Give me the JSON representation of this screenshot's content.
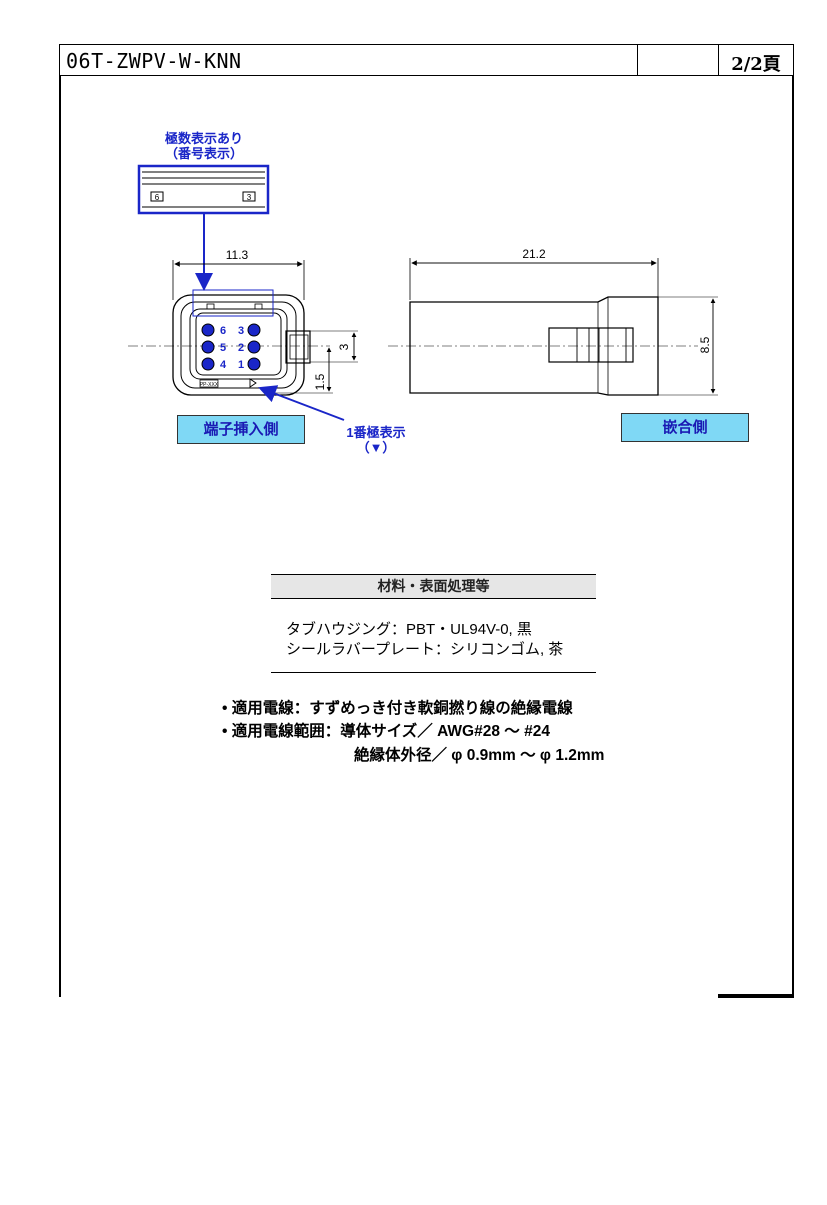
{
  "header": {
    "title": "06T-ZWPV-W-KNN",
    "page": "2/2頁"
  },
  "labels": {
    "pole_display_line1": "極数表示あり",
    "pole_display_line2": "（番号表示）",
    "pin1_display_line1": "1番極表示",
    "pin1_display_line2": "（▼）",
    "terminal_side": "端子挿入側",
    "mating_side": "嵌合側",
    "window_left_num": "6",
    "window_right_num": "3",
    "small_mark": "PP-XXX"
  },
  "terminals": {
    "row1": [
      "6",
      "3"
    ],
    "row2": [
      "5",
      "2"
    ],
    "row3": [
      "4",
      "1"
    ]
  },
  "dimensions": {
    "front_width": "11.3",
    "pitch_3": "3",
    "offset_1_5": "1.5",
    "side_length": "21.2",
    "side_height": "8.5"
  },
  "materials": {
    "heading": "材料・表面処理等",
    "line1": "タブハウジング：PBT・UL94V-0, 黒",
    "line2": "シールラバープレート：シリコンゴム, 茶"
  },
  "specs": {
    "wire": "• 適用電線：すずめっき付き軟銅撚り線の絶縁電線",
    "range1": "• 適用電線範囲：導体サイズ／ AWG#28 ～ #24",
    "range2": "絶縁体外径／ φ 0.9mm ～ φ 1.2mm"
  },
  "colors": {
    "annotation_blue": "#1a26c8",
    "label_box_fill": "#7fd8f5"
  }
}
